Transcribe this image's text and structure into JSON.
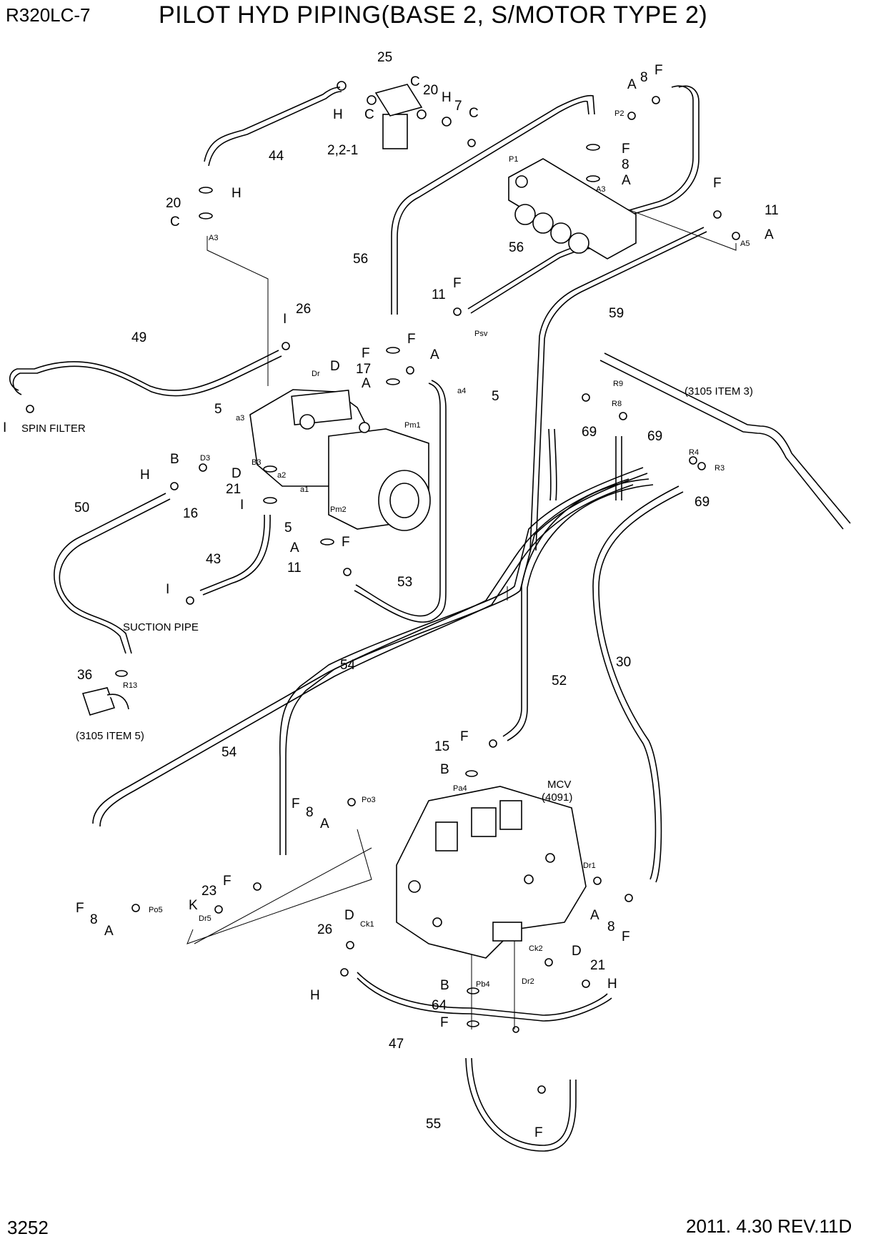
{
  "header": {
    "model": "R320LC-7",
    "title": "PILOT HYD PIPING(BASE 2, S/MOTOR TYPE 2)"
  },
  "footer": {
    "page_number": "3252",
    "revision": "2011. 4.30  REV.11D"
  },
  "notes": {
    "spin_filter": "SPIN FILTER",
    "suction_pipe": "SUCTION PIPE",
    "item_3105_3": "(3105 ITEM 3)",
    "item_3105_5": "(3105 ITEM 5)",
    "mcv": "MCV",
    "mcv_ref": "(4091)"
  },
  "callouts": [
    "25",
    "C",
    "20",
    "H",
    "7",
    "C",
    "A",
    "8",
    "F",
    "C",
    "H",
    "2,2-1",
    "44",
    "20",
    "H",
    "C",
    "P2",
    "F",
    "8",
    "A",
    "P1",
    "A3",
    "F",
    "11",
    "A",
    "A3",
    "A5",
    "56",
    "56",
    "11",
    "F",
    "59",
    "Psv",
    "A",
    "26",
    "I",
    "49",
    "F",
    "F",
    "17",
    "D",
    "Dr",
    "A",
    "a4",
    "5",
    "5",
    "a3",
    "I",
    "SPIN FILTER",
    "Pm1",
    "B",
    "D3",
    "B3",
    "D",
    "a2",
    "a1",
    "H",
    "16",
    "21",
    "I",
    "5",
    "Pm2",
    "50",
    "A",
    "F",
    "11",
    "43",
    "I",
    "53",
    "SUCTION PIPE",
    "R9",
    "R8",
    "69",
    "69",
    "(3105 ITEM 3)",
    "R4",
    "R3",
    "69",
    "36",
    "R13",
    "(3105 ITEM 5)",
    "54",
    "52",
    "30",
    "54",
    "15",
    "F",
    "B",
    "MCV",
    "(4091)",
    "Pa4",
    "F",
    "8",
    "A",
    "Po3",
    "23",
    "F",
    "K",
    "Dr5",
    "F",
    "8",
    "A",
    "Po5",
    "Dr1",
    "A",
    "8",
    "F",
    "D",
    "Ck1",
    "26",
    "Ck2",
    "D",
    "21",
    "H",
    "B",
    "Pb4",
    "Dr2",
    "64",
    "H",
    "F",
    "47",
    "55",
    "F"
  ],
  "colors": {
    "ink": "#000000",
    "paper": "#ffffff"
  }
}
